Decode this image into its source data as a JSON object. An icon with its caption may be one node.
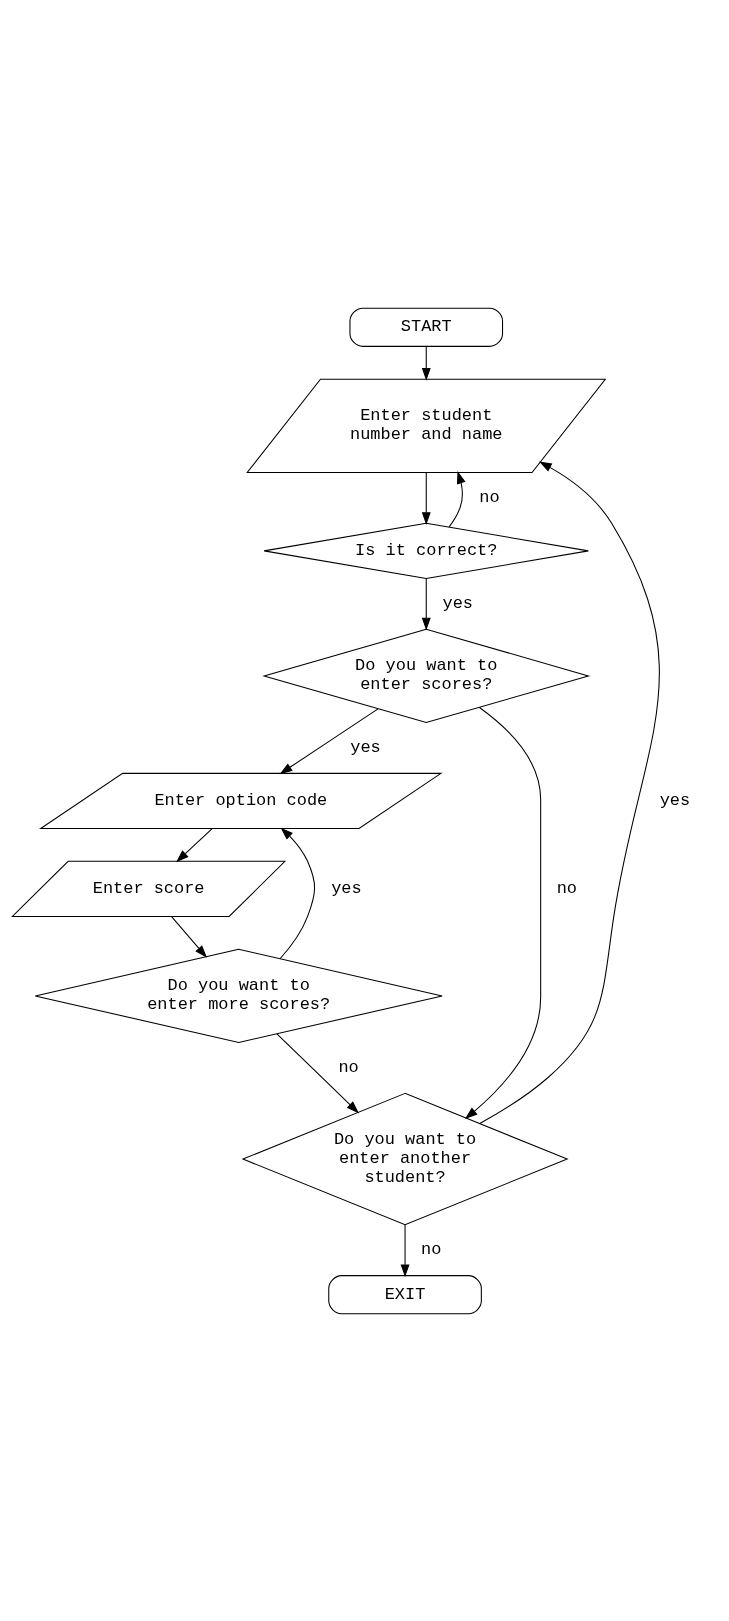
{
  "diagram": {
    "nodes": [
      {
        "text": [
          "START"
        ]
      },
      {
        "text": [
          "Enter student number and name"
        ]
      },
      {
        "text": [
          "Is it correct?"
        ]
      },
      {
        "text": [
          "Do you want to enter scores?"
        ]
      },
      {
        "text": [
          "Enter option code"
        ]
      },
      {
        "text": [
          "Enter score"
        ]
      },
      {
        "text": [
          "Do you want to enter more scores?"
        ]
      },
      {
        "text": [
          "Do you want to enter another student?"
        ]
      },
      {
        "text": [
          "EXIT"
        ]
      }
    ],
    "edges": [
      {
        "from": 0,
        "to": 1,
        "arrow": "to"
      },
      {
        "from": 1,
        "to": 2,
        "arrow": "to"
      },
      {
        "from": 2,
        "to": 1,
        "arrow": "to",
        "label": "no"
      },
      {
        "from": 2,
        "to": 3,
        "arrow": "to",
        "label": "yes"
      },
      {
        "from": 3,
        "to": 4,
        "arrow": "to",
        "label": "yes"
      },
      {
        "from": 3,
        "to": 7,
        "arrow": "to",
        "label": "no"
      },
      {
        "from": 4,
        "to": 5,
        "arrow": "to"
      },
      {
        "from": 5,
        "to": 6,
        "arrow": "to"
      },
      {
        "from": 6,
        "to": 4,
        "arrow": "to",
        "label": "yes"
      },
      {
        "from": 6,
        "to": 7,
        "arrow": "to",
        "label": "no"
      },
      {
        "from": 7,
        "to": 1,
        "arrow": "to",
        "label": "yes"
      },
      {
        "from": 7,
        "to": 8,
        "arrow": "to",
        "label": "no"
      }
    ]
  }
}
